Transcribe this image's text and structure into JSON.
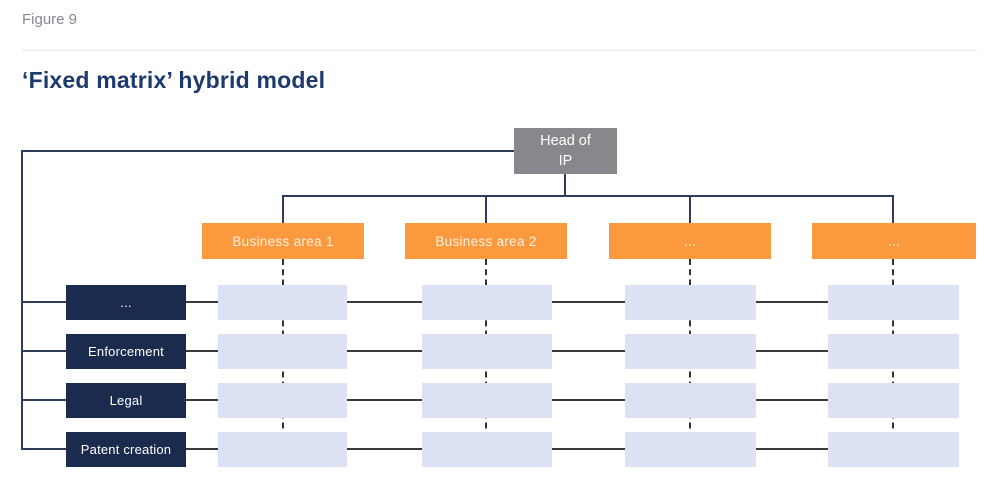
{
  "figure": {
    "label": "Figure 9",
    "title": "‘Fixed matrix’ hybrid model"
  },
  "diagram": {
    "root": {
      "line1": "Head of",
      "line2": "IP"
    },
    "business_areas": [
      "Business area 1",
      "Business area 2",
      "...",
      "..."
    ],
    "functions": [
      "...",
      "Enforcement",
      "Legal",
      "Patent creation"
    ],
    "matrix": {
      "rows": 4,
      "cols": 4,
      "cells_have_text": false
    },
    "colors": {
      "business_area_fill": "#FA993E",
      "function_fill": "#1B2B4D",
      "matrix_cell_fill": "#DCE2F4",
      "head_of_ip_fill": "#86888B",
      "tree_line": "#2E3D5C",
      "matrix_line": "#3A3A3A",
      "title_text": "#1D3A6E",
      "figure_label_text": "#85888F"
    }
  }
}
